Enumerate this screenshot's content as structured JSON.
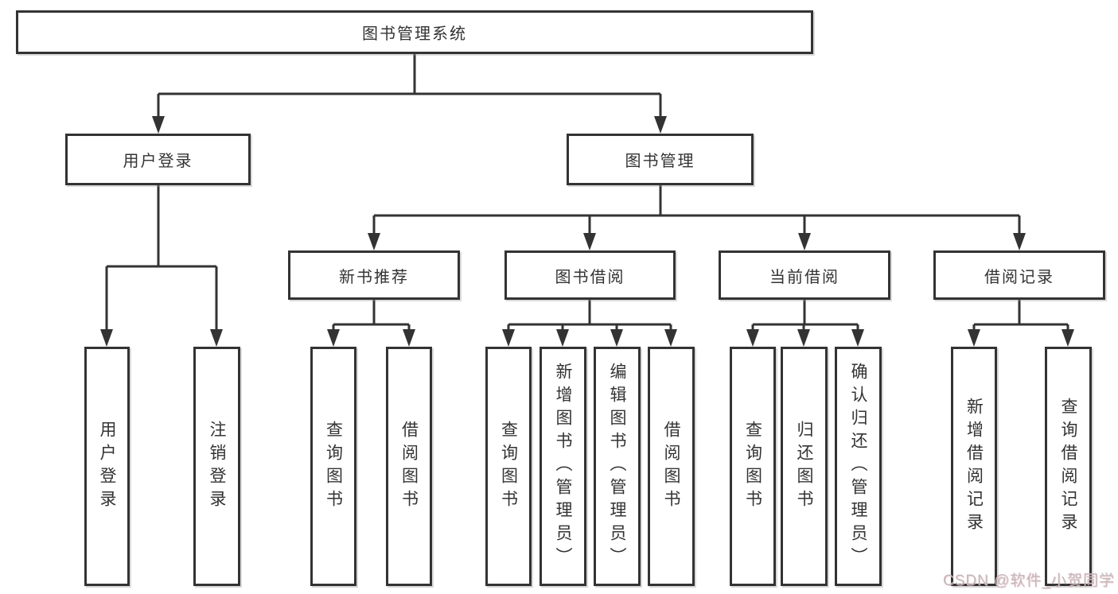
{
  "tree": {
    "root": {
      "label": "图书管理系统",
      "children": [
        {
          "label": "用户登录",
          "children": [
            {
              "label": "用户登录"
            },
            {
              "label": "注销登录"
            }
          ]
        },
        {
          "label": "图书管理",
          "children": [
            {
              "label": "新书推荐",
              "children": [
                {
                  "label": "查询图书"
                },
                {
                  "label": "借阅图书"
                }
              ]
            },
            {
              "label": "图书借阅",
              "children": [
                {
                  "label": "查询图书"
                },
                {
                  "label": "新增图书（管理员）"
                },
                {
                  "label": "编辑图书（管理员）"
                },
                {
                  "label": "借阅图书"
                }
              ]
            },
            {
              "label": "当前借阅",
              "children": [
                {
                  "label": "查询图书"
                },
                {
                  "label": "归还图书"
                },
                {
                  "label": "确认归还（管理员）"
                }
              ]
            },
            {
              "label": "借阅记录",
              "children": [
                {
                  "label": "新增借阅记录"
                },
                {
                  "label": "查询借阅记录"
                }
              ]
            }
          ]
        }
      ]
    }
  },
  "watermark": {
    "text": "CSDN @软件_小贺同学"
  },
  "colors": {
    "line": "#333333",
    "box_border": "#333333",
    "text": "#333333",
    "background": "#ffffff",
    "watermark": "#c2babc"
  }
}
